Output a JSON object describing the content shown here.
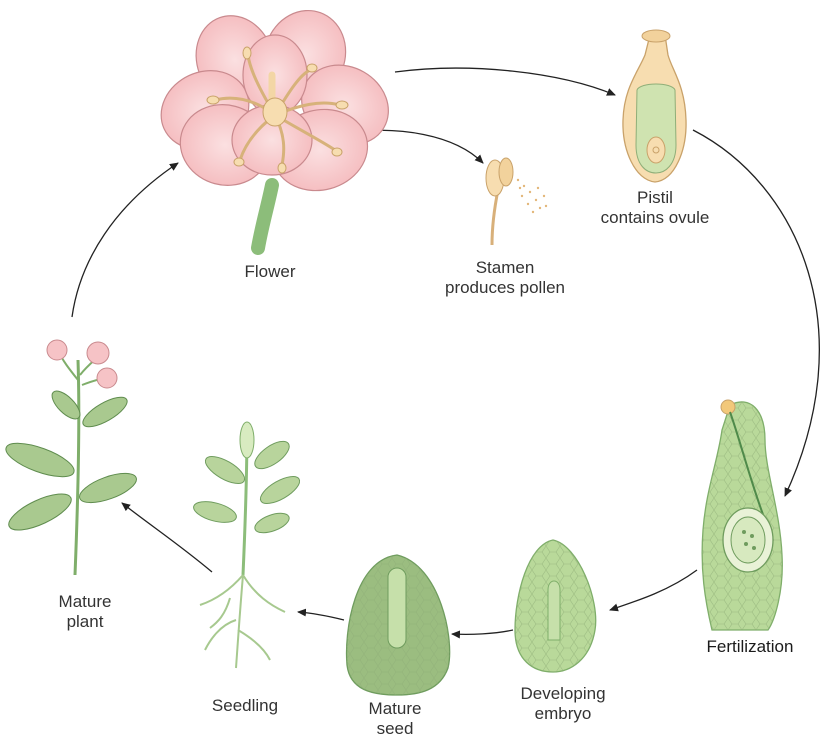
{
  "labels": {
    "flower": "Flower",
    "stamen": "Stamen\nproduces pollen",
    "pistil": "Pistil\ncontains ovule",
    "fertilization": "Fertilization",
    "developing_embryo": "Developing\nembryo",
    "mature_seed": "Mature\nseed",
    "seedling": "Seedling",
    "mature_plant": "Mature\nplant"
  },
  "colors": {
    "petal": "#f6c3c6",
    "petal_stroke": "#c98a8e",
    "stamen": "#f7ddb0",
    "stem": "#9dc88a",
    "tissue": "#b9d99a",
    "tissue_dark": "#7fae6a",
    "leaf": "#a9c98f",
    "seed": "#a3bf86",
    "arrow": "#222222"
  }
}
